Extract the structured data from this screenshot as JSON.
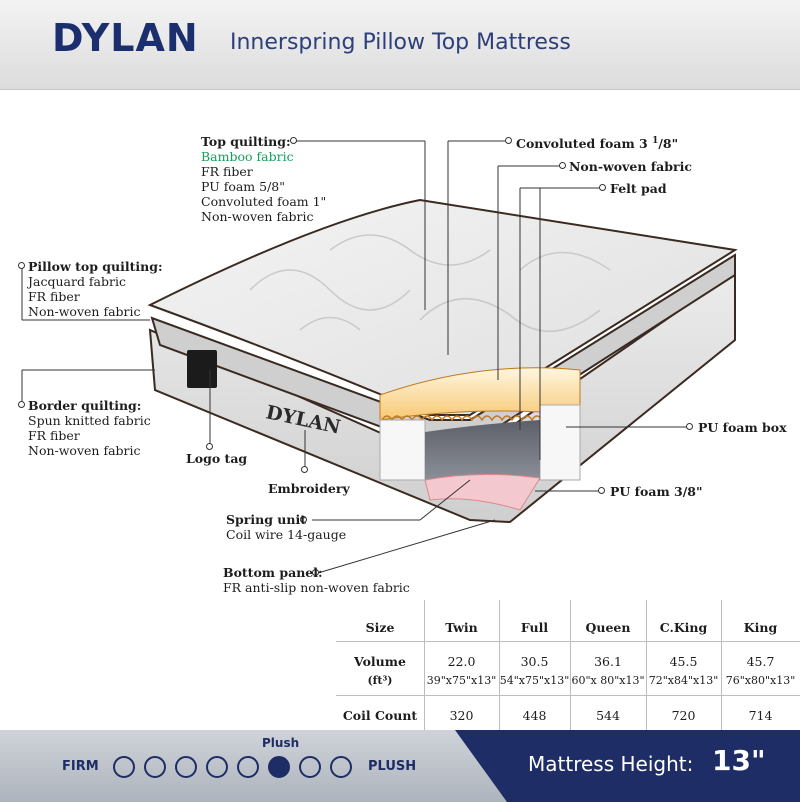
{
  "header": {
    "brand": "DYLAN",
    "subtitle": "Innerspring Pillow Top Mattress"
  },
  "callouts": {
    "top_quilting": {
      "title": "Top quilting:",
      "items": [
        "Bamboo fabric",
        "FR fiber",
        "PU foam 5/8\"",
        "Convoluted foam 1\"",
        "Non-woven fabric"
      ]
    },
    "pillow_top_quilting": {
      "title": "Pillow top quilting:",
      "items": [
        "Jacquard fabric",
        "FR fiber",
        "Non-woven fabric"
      ]
    },
    "border_quilting": {
      "title": "Border quilting:",
      "items": [
        "Spun knitted fabric",
        "FR fiber",
        "Non-woven fabric"
      ]
    },
    "logo_tag": "Logo tag",
    "embroidery": "Embroidery",
    "spring_unit": {
      "title": "Spring unit",
      "detail": "Coil wire 14-gauge"
    },
    "bottom_panel": {
      "title": "Bottom panel:",
      "detail": "FR anti-slip non-woven fabric"
    },
    "convoluted_foam": {
      "text": "Convoluted foam 3",
      "sup": "1",
      "rest": "/8\""
    },
    "non_woven_fabric": "Non-woven fabric",
    "felt_pad": "Felt pad",
    "pu_foam_box": "PU foam box",
    "pu_foam_3_8": "PU foam 3/8\""
  },
  "product_image": {
    "embroidery_text": "DYLAN"
  },
  "spec_table": {
    "headers": [
      "Size",
      "Twin",
      "Full",
      "Queen",
      "C.King",
      "King"
    ],
    "volume_label": "Volume",
    "volume_unit": "(ft³)",
    "volume": [
      "22.0",
      "30.5",
      "36.1",
      "45.5",
      "45.7"
    ],
    "dimensions": [
      "39\"x75\"x13\"",
      "54\"x75\"x13\"",
      "60\"x 80\"x13\"",
      "72\"x84\"x13\"",
      "76\"x80\"x13\""
    ],
    "coil_label": "Coil Count",
    "coil_count": [
      "320",
      "448",
      "544",
      "720",
      "714"
    ]
  },
  "firmness": {
    "left_label": "FIRM",
    "right_label": "PLUSH",
    "selected_label": "Plush",
    "scale_points": 8,
    "selected_index": 6
  },
  "mattress_height": {
    "label": "Mattress Height:",
    "value": "13\""
  },
  "colors": {
    "brand_navy": "#1e2d66",
    "highlight_green": "#16a05a"
  }
}
